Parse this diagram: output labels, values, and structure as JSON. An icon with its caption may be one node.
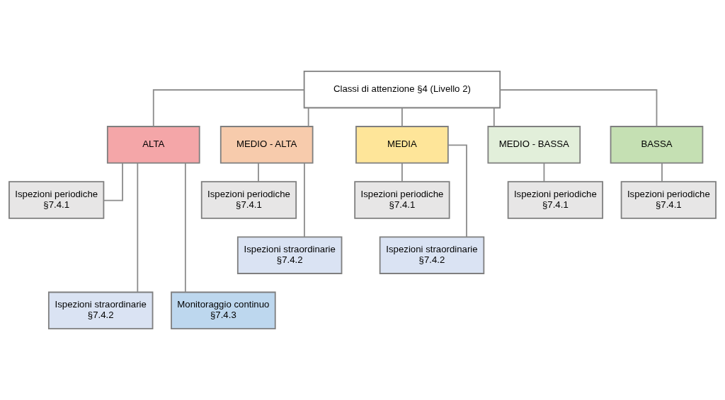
{
  "diagram": {
    "nodes": [
      {
        "text": [
          "Classi di attenzione §4 (Livello 2)"
        ]
      },
      {
        "text": [
          "ALTA"
        ]
      },
      {
        "text": [
          "MEDIO - ALTA"
        ]
      },
      {
        "text": [
          "MEDIA"
        ]
      },
      {
        "text": [
          "MEDIO - BASSA"
        ]
      },
      {
        "text": [
          "BASSA"
        ]
      },
      {
        "text": [
          "Ispezioni periodiche §7.4.1"
        ]
      },
      {
        "text": [
          "Ispezioni straordinarie §7.4.2"
        ]
      },
      {
        "text": [
          "Monitoraggio continuo §7.4.3"
        ]
      },
      {
        "text": [
          "Ispezioni periodiche §7.4.1"
        ]
      },
      {
        "text": [
          "Ispezioni straordinarie §7.4.2"
        ]
      },
      {
        "text": [
          "Ispezioni periodiche §7.4.1"
        ]
      },
      {
        "text": [
          "Ispezioni straordinarie §7.4.2"
        ]
      },
      {
        "text": [
          "Ispezioni periodiche §7.4.1"
        ]
      },
      {
        "text": [
          "Ispezioni periodiche §7.4.1"
        ]
      }
    ],
    "edges": [
      {
        "from": 0,
        "to": 1,
        "arrow": "none"
      },
      {
        "from": 0,
        "to": 2,
        "arrow": "none"
      },
      {
        "from": 0,
        "to": 3,
        "arrow": "none"
      },
      {
        "from": 0,
        "to": 4,
        "arrow": "none"
      },
      {
        "from": 0,
        "to": 5,
        "arrow": "none"
      },
      {
        "from": 1,
        "to": 6,
        "arrow": "none"
      },
      {
        "from": 1,
        "to": 7,
        "arrow": "none"
      },
      {
        "from": 1,
        "to": 8,
        "arrow": "none"
      },
      {
        "from": 2,
        "to": 9,
        "arrow": "none"
      },
      {
        "from": 2,
        "to": 10,
        "arrow": "none"
      },
      {
        "from": 3,
        "to": 11,
        "arrow": "none"
      },
      {
        "from": 3,
        "to": 12,
        "arrow": "none"
      },
      {
        "from": 4,
        "to": 13,
        "arrow": "none"
      },
      {
        "from": 5,
        "to": 14,
        "arrow": "none"
      }
    ]
  }
}
